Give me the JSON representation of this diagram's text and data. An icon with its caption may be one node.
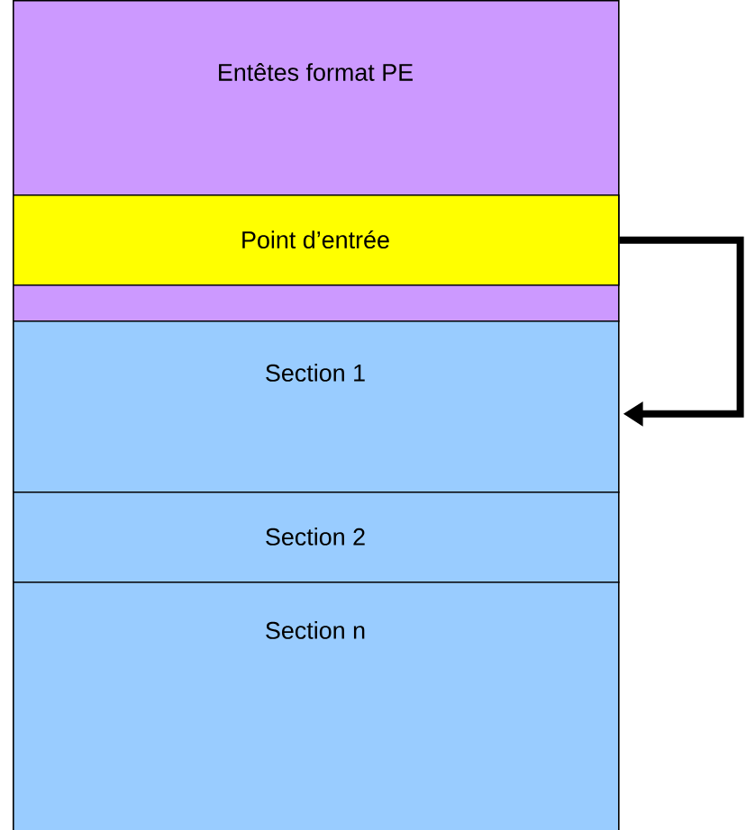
{
  "diagram": {
    "nodes": [
      {
        "text": [
          "Entêtes format PE"
        ]
      },
      {
        "text": [
          "Point d’entrée"
        ],
        "in": 0
      },
      {
        "text": [
          "Section 1"
        ]
      },
      {
        "text": [
          "Section 2"
        ]
      },
      {
        "text": [
          "Section n"
        ]
      }
    ],
    "edges": [
      {
        "from": 1,
        "to": 2,
        "arrow": "to"
      }
    ]
  }
}
